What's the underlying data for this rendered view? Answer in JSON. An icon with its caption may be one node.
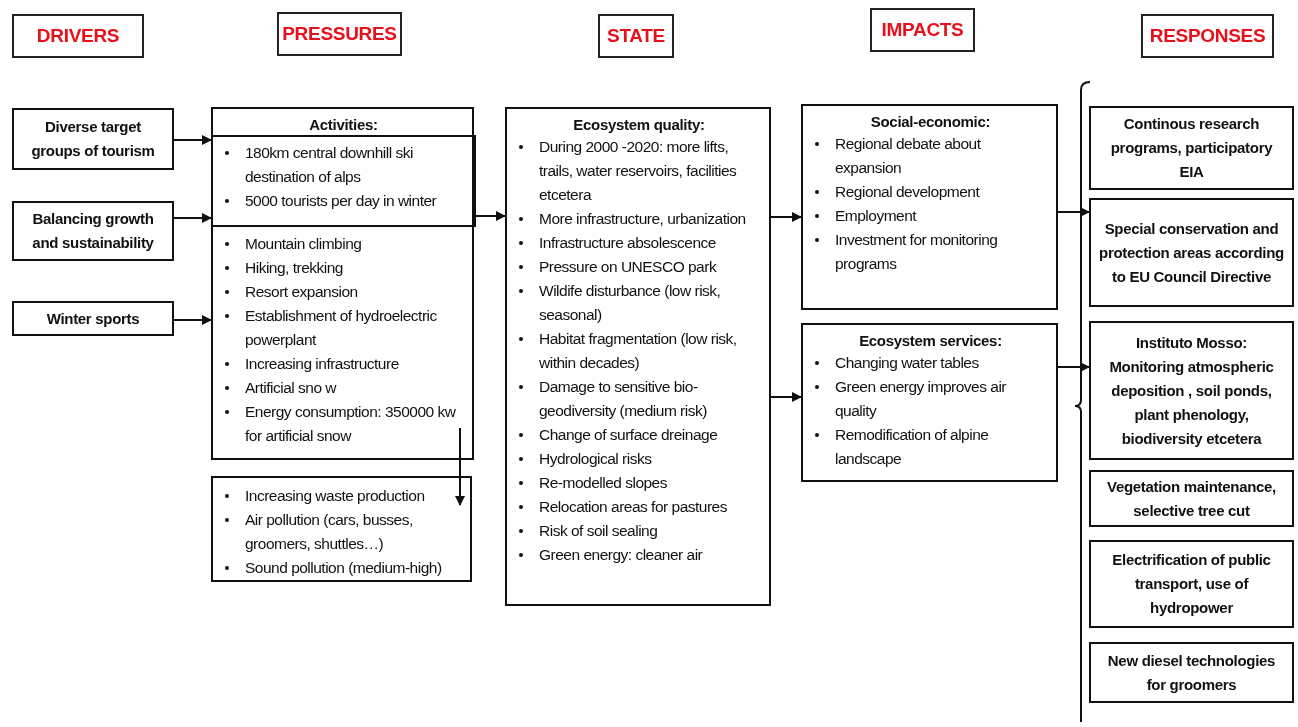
{
  "diagram": {
    "nodes": [
      {
        "text": [
          "DRIVERS"
        ]
      },
      {
        "text": [
          "PRESSURES"
        ]
      },
      {
        "text": [
          "STATE"
        ]
      },
      {
        "text": [
          "IMPACTS"
        ]
      },
      {
        "text": [
          "RESPONSES"
        ]
      },
      {
        "text": [
          "Diverse target groups of tourism"
        ]
      },
      {
        "text": [
          "Balancing growth and sustainability"
        ]
      },
      {
        "text": [
          "Winter sports"
        ]
      },
      {
        "text": [
          "Activities:",
          "Mountain climbing",
          "Hiking, trekking",
          "Resort expansion",
          "Establishment of hydroelectric powerplant",
          "Increasing infrastructure",
          "Artificial sno w",
          "Energy consumption: 350000 kw for artificial snow"
        ]
      },
      {
        "text": [
          "180km central downhill ski destination of alps",
          "5000 tourists per day in winter"
        ],
        "in": 8
      },
      {
        "text": [
          "Increasing waste production",
          "Air pollution (cars, busses, groomers, shuttles…)",
          "Sound pollution (medium-high)"
        ]
      },
      {
        "text": [
          "Ecosystem quality:",
          "During 2000 -2020: more lifts, trails, water reservoirs, facilities etcetera",
          "More infrastructure, urbanization",
          "Infrastructure absolescence",
          "Pressure on UNESCO park",
          "Wildife disturbance (low risk, seasonal)",
          "Habitat fragmentation (low risk, within decades)",
          "Damage to sensitive bio-geodiversity (medium risk)",
          "Change of surface dreinage",
          "Hydrological risks",
          "Re-modelled slopes",
          "Relocation areas for pastures",
          "Risk of soil sealing",
          "Green energy: cleaner air"
        ]
      },
      {
        "text": [
          "Social-economic:",
          "Regional debate about expansion",
          "Regional development",
          "Employment",
          "Investment for monitoring programs"
        ]
      },
      {
        "text": [
          "Ecosystem services:",
          "Changing water tables",
          "Green energy improves air quality",
          "Remodification of alpine landscape"
        ]
      },
      {
        "text": [
          "Continous research programs, participatory EIA"
        ]
      },
      {
        "text": [
          "Special conservation and protection areas according to EU Council Directive"
        ]
      },
      {
        "text": [
          "Instituto Mosso: Monitoring atmospheric deposition , soil ponds, plant phenology, biodiversity etcetera"
        ]
      },
      {
        "text": [
          "Vegetation maintenance, selective tree cut"
        ]
      },
      {
        "text": [
          "Electrification of public transport, use of hydropower"
        ]
      },
      {
        "text": [
          "New diesel technologies for groomers"
        ]
      }
    ],
    "edges": [
      {
        "from": 5,
        "to": 8,
        "arrow": "to"
      },
      {
        "from": 6,
        "to": 8,
        "arrow": "to"
      },
      {
        "from": 7,
        "to": 8,
        "arrow": "to"
      },
      {
        "from": 8,
        "to": 10,
        "arrow": "to"
      },
      {
        "from": 8,
        "to": 11,
        "arrow": "to"
      },
      {
        "from": 11,
        "to": 12,
        "arrow": "to"
      },
      {
        "from": 11,
        "to": 13,
        "arrow": "to"
      },
      {
        "from": 12,
        "to": 15,
        "arrow": "to"
      },
      {
        "from": 13,
        "to": 16,
        "arrow": "to"
      }
    ]
  }
}
